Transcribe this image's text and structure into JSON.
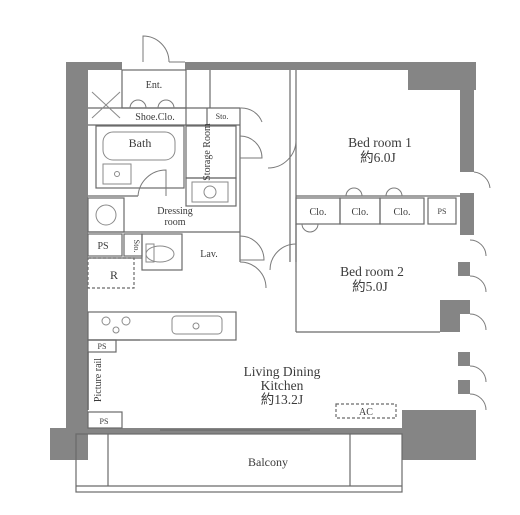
{
  "rooms": {
    "entrance": "Ent.",
    "shoe_closet": "Shoe.Clo.",
    "storage_small": "Sto.",
    "bath": "Bath",
    "storage_room": "Storage Room",
    "dressing_room_1": "Dressing",
    "dressing_room_2": "room",
    "lavatory": "Lav.",
    "lav_storage": "Sto.",
    "refrigerator": "R",
    "bedroom1_name": "Bed room 1",
    "bedroom1_size": "約6.0J",
    "bedroom2_name": "Bed room 2",
    "bedroom2_size": "約5.0J",
    "closet_1": "Clo.",
    "closet_2": "Clo.",
    "closet_3": "Clo.",
    "ps_bedroom": "PS",
    "ps_dressing": "PS",
    "ps_kitchen": "PS",
    "ps_bottom": "PS",
    "ldk_line1": "Living Dining",
    "ldk_line2": "Kitchen",
    "ldk_size": "約13.2J",
    "air_conditioner": "AC",
    "picture_rail": "Picture rail",
    "balcony": "Balcony"
  },
  "colors": {
    "wall": "#858585",
    "line": "#6a6a6a",
    "fixture": "#9a9a9a",
    "background": "#ffffff"
  }
}
